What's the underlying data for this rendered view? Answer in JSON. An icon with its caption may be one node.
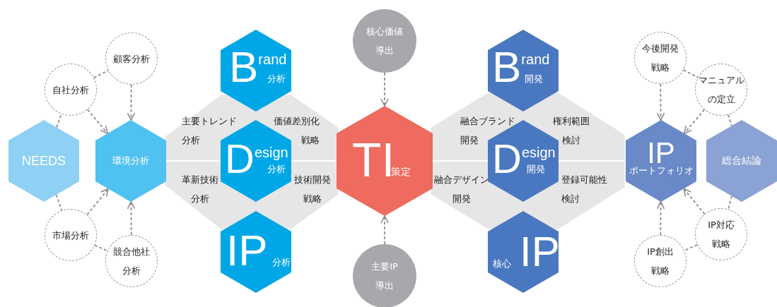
{
  "diagram": {
    "nodes": [
      {
        "text": [
          "NEEDS"
        ]
      },
      {
        "text": [
          "環境分析"
        ]
      },
      {
        "text": [
          "顧客分析"
        ]
      },
      {
        "text": [
          "自社分析"
        ]
      },
      {
        "text": [
          "市場分析"
        ]
      },
      {
        "text": [
          "競合他社分析"
        ]
      },
      {
        "text": [
          "Brand",
          "分析"
        ]
      },
      {
        "text": [
          "Design",
          "分析"
        ]
      },
      {
        "text": [
          "IP",
          "分析"
        ]
      },
      {
        "text": [
          "核心価値導出"
        ]
      },
      {
        "text": [
          "TI",
          "策定"
        ]
      },
      {
        "text": [
          "主要IP導出"
        ]
      },
      {
        "text": [
          "Brand",
          "開発"
        ]
      },
      {
        "text": [
          "Design",
          "開発"
        ]
      },
      {
        "text": [
          "核心",
          "IP"
        ]
      },
      {
        "text": [
          "今後開発戦略"
        ]
      },
      {
        "text": [
          "マニュアルの定立"
        ]
      },
      {
        "text": [
          "IP",
          "ポートフォリオ"
        ]
      },
      {
        "text": [
          "総合結論"
        ]
      },
      {
        "text": [
          "IP対応戦略"
        ]
      },
      {
        "text": [
          "IP創出戦略"
        ]
      }
    ],
    "edges": [
      {
        "from": 3,
        "to": 1,
        "arrow": "to",
        "style": "dashed"
      },
      {
        "from": 2,
        "to": 1,
        "arrow": "to",
        "style": "dashed"
      },
      {
        "from": 3,
        "to": 2,
        "arrow": "none",
        "style": "dashed"
      },
      {
        "from": 0,
        "to": 3,
        "arrow": "none",
        "style": "dashed"
      },
      {
        "from": 4,
        "to": 1,
        "arrow": "to",
        "style": "dashed"
      },
      {
        "from": 5,
        "to": 1,
        "arrow": "to",
        "style": "dashed"
      },
      {
        "from": 0,
        "to": 4,
        "arrow": "none",
        "style": "dashed"
      },
      {
        "from": 4,
        "to": 5,
        "arrow": "none",
        "style": "dashed"
      },
      {
        "from": 9,
        "to": 10,
        "arrow": "to",
        "style": "dashed"
      },
      {
        "from": 11,
        "to": 10,
        "arrow": "to",
        "style": "dashed"
      },
      {
        "from": 15,
        "to": 17,
        "arrow": "to",
        "style": "dashed"
      },
      {
        "from": 15,
        "to": 16,
        "arrow": "none",
        "style": "dashed"
      },
      {
        "from": 16,
        "to": 17,
        "arrow": "to",
        "style": "dashed"
      },
      {
        "from": 16,
        "to": 18,
        "arrow": "none",
        "style": "dashed"
      },
      {
        "from": 19,
        "to": 17,
        "arrow": "to",
        "style": "dashed"
      },
      {
        "from": 20,
        "to": 17,
        "arrow": "to",
        "style": "dashed"
      },
      {
        "from": 18,
        "to": 19,
        "arrow": "none",
        "style": "dashed"
      },
      {
        "from": 19,
        "to": 20,
        "arrow": "none",
        "style": "dashed"
      },
      {
        "from": 1,
        "to": 7,
        "arrow": "none",
        "color": "#ffffff"
      },
      {
        "from": 7,
        "to": 10,
        "arrow": "none",
        "color": "#ffffff"
      },
      {
        "from": 10,
        "to": 13,
        "arrow": "none",
        "color": "#ffffff"
      },
      {
        "from": 13,
        "to": 17,
        "arrow": "none",
        "color": "#ffffff"
      }
    ],
    "labels": [
      "主要トレンド分析",
      "価値差別化戦略",
      "革新技術分析",
      "技術開発戦略",
      "融合ブランド開発",
      "融合デザイン開発",
      "権利範囲検討",
      "登録可能性検討"
    ]
  }
}
